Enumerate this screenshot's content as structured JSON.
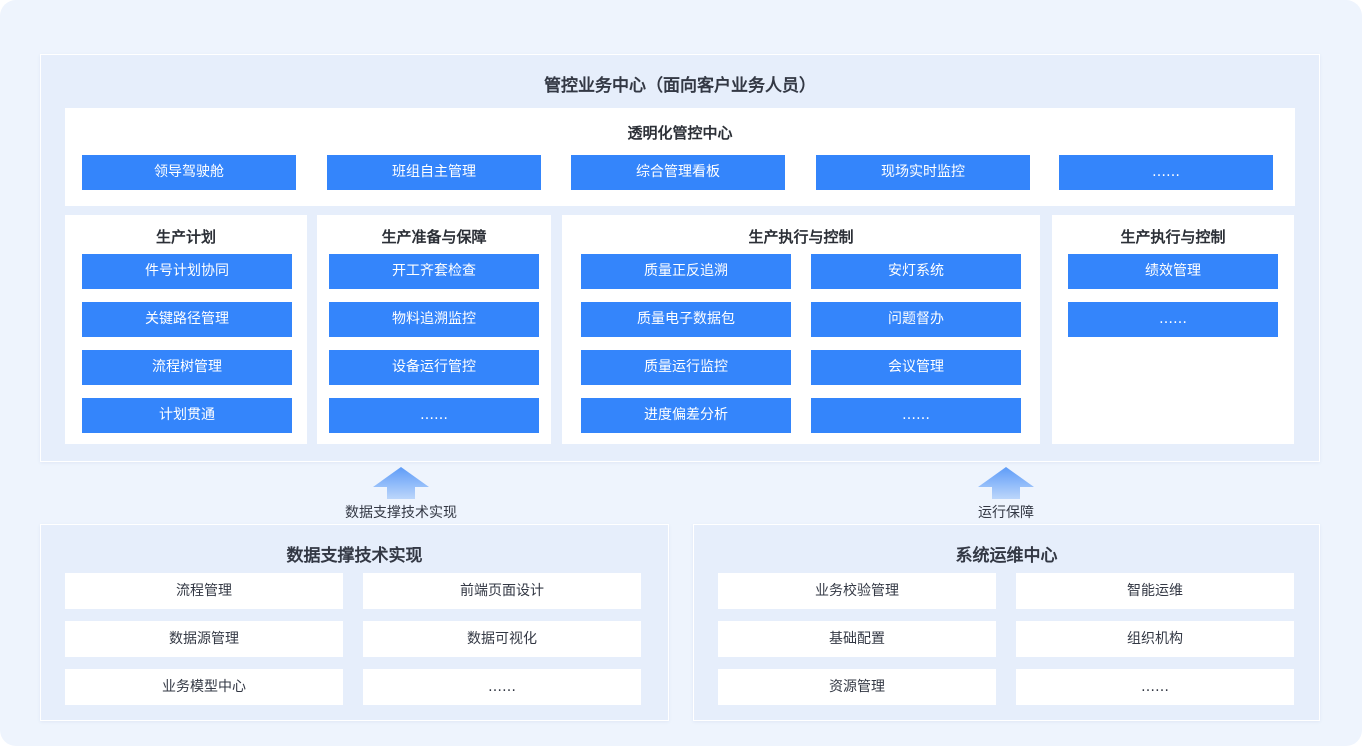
{
  "colors": {
    "accent": "#3485fb",
    "panel": "#e6eefb",
    "background": "#eef4fd"
  },
  "top_panel": {
    "title": "管控业务中心（面向客户业务人员）",
    "transparent": {
      "title": "透明化管控中心",
      "items": [
        "领导驾驶舱",
        "班组自主管理",
        "综合管理看板",
        "现场实时监控",
        "……"
      ]
    },
    "plan": {
      "title": "生产计划",
      "items": [
        "件号计划协同",
        "关键路径管理",
        "流程树管理",
        "计划贯通"
      ]
    },
    "prep": {
      "title": "生产准备与保障",
      "items": [
        "开工齐套检查",
        "物料追溯监控",
        "设备运行管控",
        "……"
      ]
    },
    "exec": {
      "title": "生产执行与控制",
      "left_items": [
        "质量正反追溯",
        "质量电子数据包",
        "质量运行监控",
        "进度偏差分析"
      ],
      "right_items": [
        "安灯系统",
        "问题督办",
        "会议管理",
        "……"
      ]
    },
    "exec2": {
      "title": "生产执行与控制",
      "items": [
        "绩效管理",
        "……"
      ]
    }
  },
  "arrows": {
    "left_label": "数据支撑技术实现",
    "right_label": "运行保障"
  },
  "data_panel": {
    "title": "数据支撑技术实现",
    "left_items": [
      "流程管理",
      "数据源管理",
      "业务模型中心"
    ],
    "right_items": [
      "前端页面设计",
      "数据可视化",
      "……"
    ]
  },
  "ops_panel": {
    "title": "系统运维中心",
    "left_items": [
      "业务校验管理",
      "基础配置",
      "资源管理"
    ],
    "right_items": [
      "智能运维",
      "组织机构",
      "……"
    ]
  }
}
